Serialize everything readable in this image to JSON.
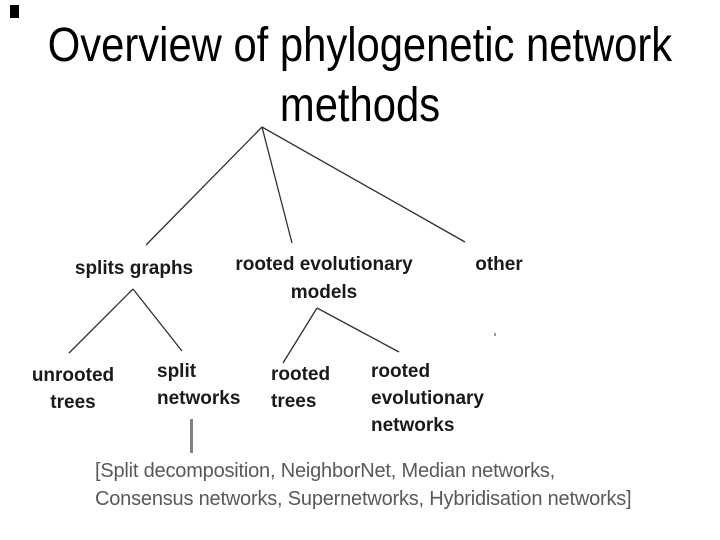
{
  "colors": {
    "background": "#ffffff",
    "title_text": "#000000",
    "node_label": "#1a1a1a",
    "annotation_text": "#595959",
    "edge": "#2f2f2f",
    "connector": "#808080"
  },
  "title": {
    "lines": [
      "Overview of phylogenetic network",
      "methods"
    ]
  },
  "tree": {
    "nodes": {
      "splits_graphs": {
        "lines": [
          "splits graphs"
        ]
      },
      "rooted_evolutionary_models": {
        "lines": [
          "rooted evolutionary",
          "models"
        ]
      },
      "other": {
        "lines": [
          "other"
        ]
      },
      "unrooted_trees": {
        "lines": [
          "unrooted",
          "trees"
        ]
      },
      "split_networks": {
        "lines": [
          "split",
          "networks"
        ]
      },
      "rooted_trees": {
        "lines": [
          "rooted",
          "trees"
        ]
      },
      "rooted_evolutionary_networks": {
        "lines": [
          "rooted",
          "evolutionary",
          "networks"
        ]
      }
    },
    "edges": [
      {
        "from": "root",
        "to": "splits graphs"
      },
      {
        "from": "root",
        "to": "rooted evolutionary models"
      },
      {
        "from": "root",
        "to": "other"
      },
      {
        "from": "splits graphs",
        "to": "unrooted trees"
      },
      {
        "from": "splits graphs",
        "to": "split networks"
      },
      {
        "from": "rooted evolutionary models",
        "to": "rooted trees"
      },
      {
        "from": "rooted evolutionary models",
        "to": "rooted evolutionary networks"
      },
      {
        "from": "split networks",
        "to": "annotation"
      }
    ]
  },
  "annotation": {
    "lines": [
      "[Split decomposition, NeighborNet, Median networks,",
      "Consensus networks, Supernetworks, Hybridisation networks]"
    ]
  }
}
